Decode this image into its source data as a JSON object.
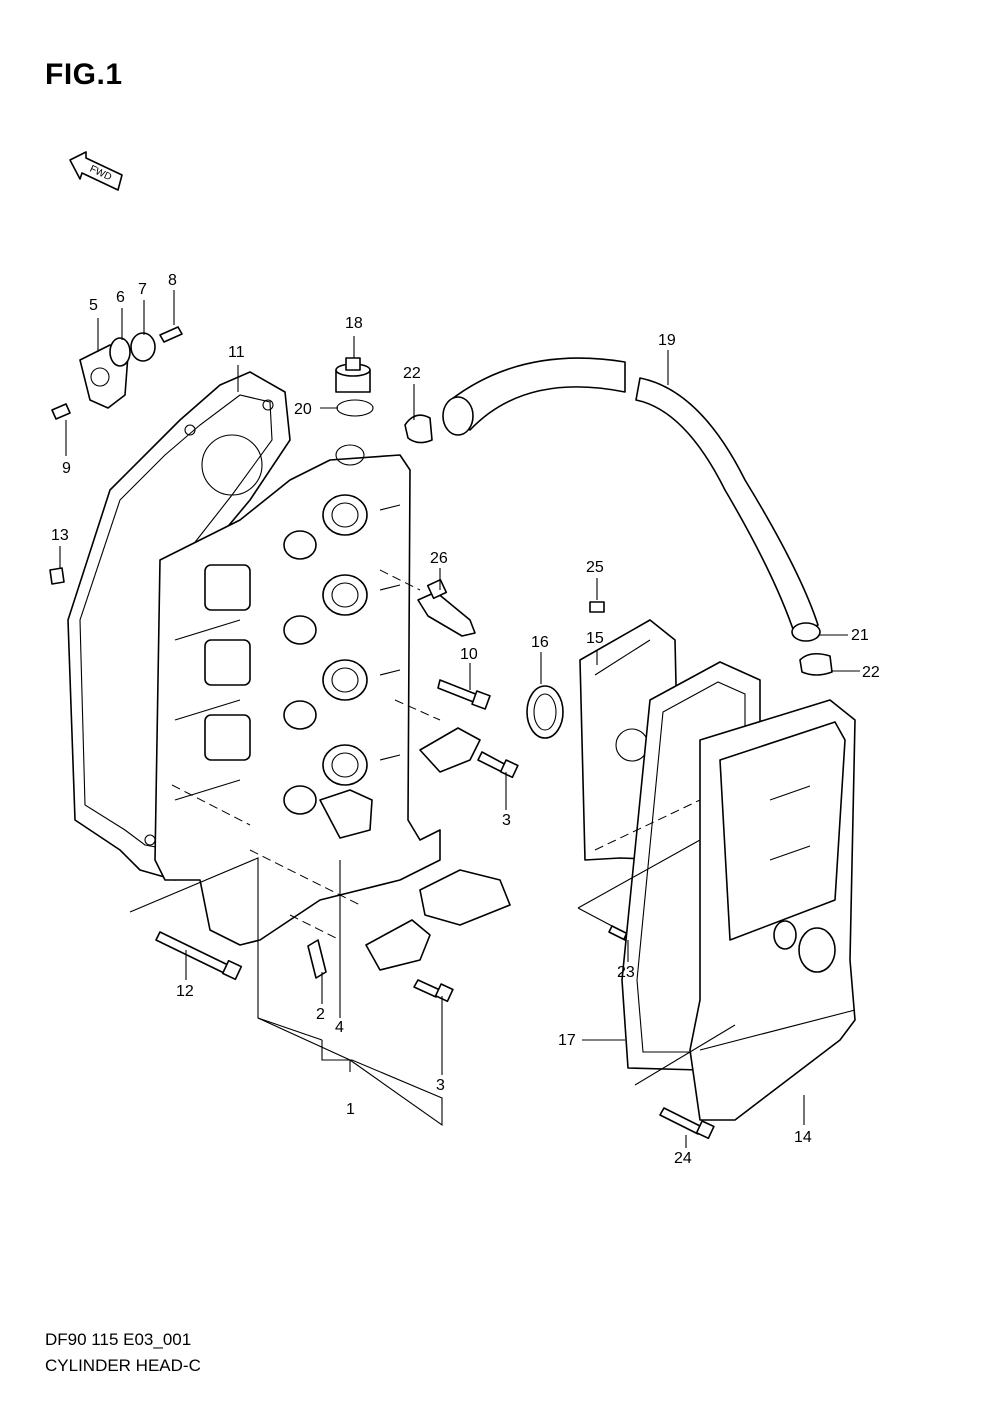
{
  "figure": {
    "title": "FIG.1",
    "direction_badge": "FWD"
  },
  "footer": {
    "code": "DF90 115 E03_001",
    "name": "CYLINDER HEAD-C"
  },
  "callouts": [
    "1",
    "2",
    "3",
    "3",
    "4",
    "5",
    "6",
    "7",
    "8",
    "9",
    "10",
    "11",
    "12",
    "13",
    "14",
    "15",
    "16",
    "17",
    "18",
    "19",
    "20",
    "21",
    "22",
    "22",
    "23",
    "24",
    "25",
    "26"
  ],
  "icons": {
    "direction": "fwd-arrow-icon"
  }
}
